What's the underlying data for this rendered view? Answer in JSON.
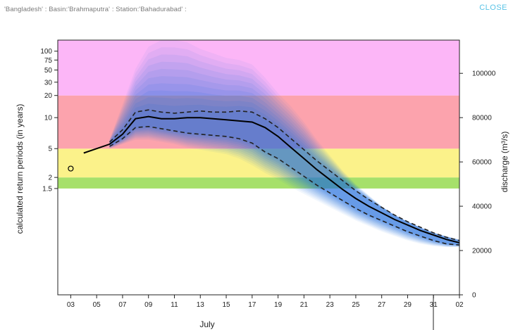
{
  "header": {
    "title": "'Bangladesh' : Basin:'Brahmaputra' : Station:'Bahadurabad' :",
    "close_label": "CLOSE",
    "close_color": "#59c3e6"
  },
  "chart_data": {
    "type": "line",
    "title": "",
    "xlabel": "July",
    "ylabel": "calculated return periods (in years)",
    "y2label": "discharge (m³/s)",
    "x_ticks": [
      "03",
      "05",
      "07",
      "09",
      "11",
      "13",
      "15",
      "17",
      "19",
      "21",
      "23",
      "25",
      "27",
      "29",
      "31",
      "02"
    ],
    "y_ticks": [
      "1.5",
      "2",
      "5",
      "10",
      "20",
      "30",
      "50",
      "75",
      "100"
    ],
    "y2_ticks": [
      "0",
      "20000",
      "40000",
      "60000",
      "80000",
      "100000"
    ],
    "ylim": [
      0,
      115000
    ],
    "xlim_days": [
      2,
      33
    ],
    "threshold_bands": [
      {
        "label": "1.5-2 yr",
        "from": 48000,
        "to": 53000,
        "color": "#a6e06a"
      },
      {
        "label": "2-5 yr",
        "from": 53000,
        "to": 66000,
        "color": "#fbf28a"
      },
      {
        "label": "5-20 yr",
        "from": 66000,
        "to": 90000,
        "color": "#fca3ad"
      },
      {
        "label": "20+ yr",
        "from": 90000,
        "to": 115000,
        "color": "#fcb6f7"
      }
    ],
    "observed": {
      "x": [
        3
      ],
      "y": [
        57000
      ]
    },
    "median": {
      "x": [
        4,
        5,
        6,
        7,
        8,
        9,
        10,
        11,
        12,
        13,
        14,
        15,
        16,
        17,
        18,
        19,
        20,
        21,
        22,
        23,
        24,
        25,
        26,
        27,
        28,
        29,
        30,
        31,
        32,
        33
      ],
      "y": [
        64000,
        66000,
        68000,
        72500,
        79500,
        80500,
        79500,
        79500,
        80000,
        80000,
        79500,
        79000,
        78500,
        78000,
        75500,
        71500,
        66500,
        61500,
        56500,
        52000,
        47500,
        43500,
        40000,
        37000,
        34000,
        31500,
        29000,
        27000,
        25000,
        23500
      ]
    },
    "upper_quartile": {
      "x": [
        6,
        7,
        8,
        9,
        10,
        11,
        12,
        13,
        14,
        15,
        16,
        17,
        18,
        19,
        20,
        21,
        22,
        23,
        24,
        25,
        26,
        27,
        28,
        29,
        30,
        31,
        32,
        33
      ],
      "y": [
        69000,
        74500,
        82500,
        83500,
        82500,
        82000,
        82500,
        83000,
        82500,
        82500,
        83000,
        82500,
        79500,
        75500,
        70500,
        65500,
        60500,
        56000,
        51500,
        47000,
        43000,
        39500,
        36000,
        33000,
        30500,
        28000,
        26000,
        24500
      ]
    },
    "lower_quartile": {
      "x": [
        6,
        7,
        8,
        9,
        10,
        11,
        12,
        13,
        14,
        15,
        16,
        17,
        18,
        19,
        20,
        21,
        22,
        23,
        24,
        25,
        26,
        27,
        28,
        29,
        30,
        31,
        32,
        33
      ],
      "y": [
        67000,
        70500,
        75500,
        76000,
        75000,
        74000,
        73000,
        72500,
        72000,
        71500,
        70500,
        68500,
        64500,
        61500,
        57500,
        53500,
        49500,
        46000,
        42500,
        39000,
        36000,
        33500,
        31000,
        28500,
        26500,
        24500,
        23000,
        22500
      ]
    },
    "ensemble_max": {
      "x": [
        6,
        7,
        8,
        9,
        10,
        11,
        12,
        13,
        14,
        15,
        16,
        17,
        18,
        19,
        20,
        21,
        22,
        23,
        24,
        25,
        26,
        27,
        28,
        29,
        30,
        31,
        32,
        33
      ],
      "y": [
        70000,
        86000,
        102000,
        112000,
        115000,
        115000,
        114000,
        111000,
        109000,
        107000,
        106000,
        104000,
        98000,
        91000,
        85000,
        78000,
        70000,
        63000,
        56000,
        50000,
        45000,
        40000,
        36000,
        33000,
        30000,
        28000,
        26500,
        25000
      ]
    },
    "ensemble_min": {
      "x": [
        6,
        7,
        8,
        9,
        10,
        11,
        12,
        13,
        14,
        15,
        16,
        17,
        18,
        19,
        20,
        21,
        22,
        23,
        24,
        25,
        26,
        27,
        28,
        29,
        30,
        31,
        32,
        33
      ],
      "y": [
        66000,
        68000,
        70000,
        70000,
        69000,
        68000,
        66500,
        65500,
        64500,
        63500,
        61500,
        58500,
        55000,
        52000,
        48500,
        45500,
        42500,
        39500,
        36500,
        33500,
        31000,
        28500,
        26500,
        24500,
        23000,
        22000,
        21500,
        21500
      ]
    },
    "colors": {
      "median": "#000000",
      "quartiles": "#222222",
      "ensemble": "#1e6fe0",
      "observed": "#000000"
    }
  }
}
